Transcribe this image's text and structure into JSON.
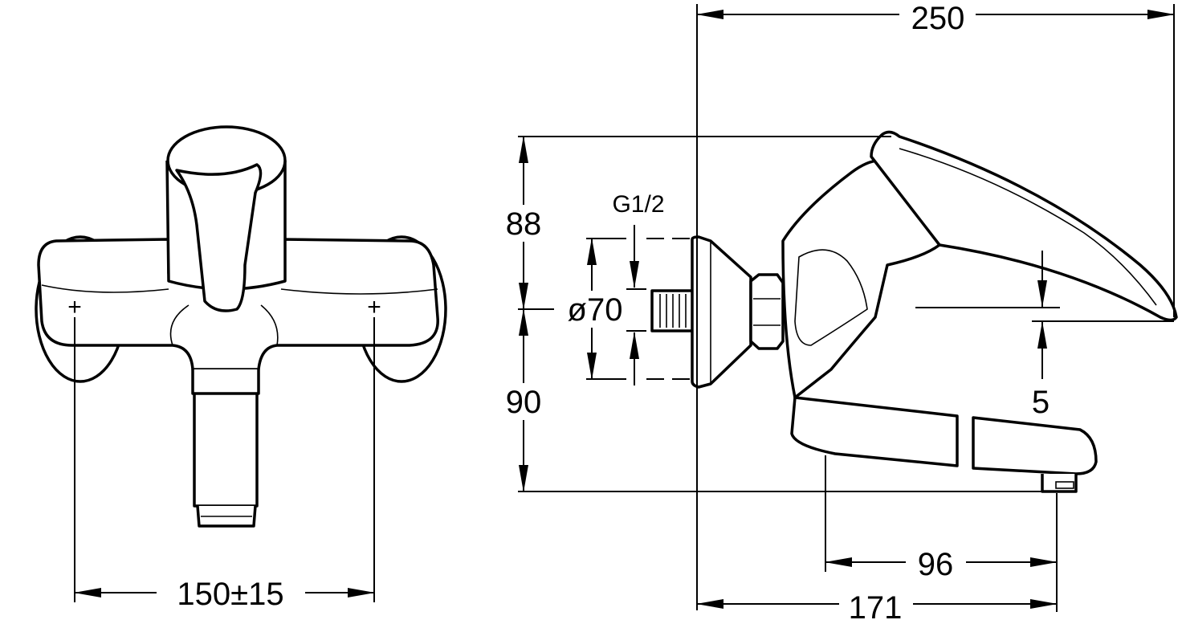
{
  "dimensions": {
    "overall_length": "250",
    "height_above_axis": "88",
    "height_below_axis": "90",
    "connection_thread": "G1/2",
    "flange_diameter": "ø70",
    "spout_offset": "5",
    "spout_projection": "96",
    "spout_outlet_distance": "171",
    "center_distance": "150±15"
  }
}
